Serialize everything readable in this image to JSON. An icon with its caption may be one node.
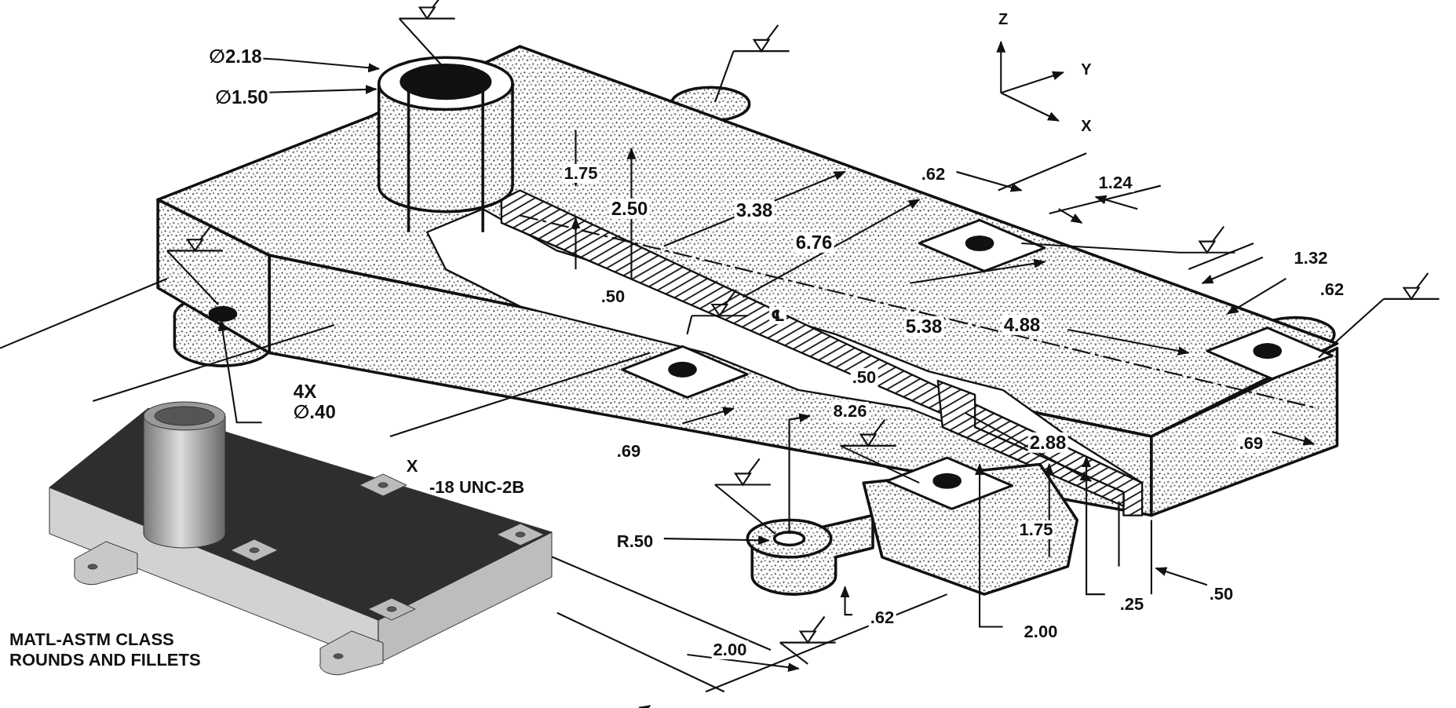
{
  "diagram": {
    "labels": [
      "Z",
      "∅2.18",
      "Y",
      "∅1.50",
      "X",
      "1.75",
      ".62",
      "1.24",
      "2.50",
      "3.38",
      "6.76",
      "1.32",
      ".62",
      ".50",
      "℄",
      "5.38",
      "4.88",
      ".50",
      "4X ∅.40",
      "8.26",
      "2.88",
      ".69",
      ".69",
      "X",
      "-18 UNC-2B",
      "R.50",
      "1.75",
      ".25",
      ".50",
      ".62",
      "2.00",
      "MATL-ASTM CLASS",
      "2.00",
      "ROUNDS AND FILLETS"
    ]
  }
}
